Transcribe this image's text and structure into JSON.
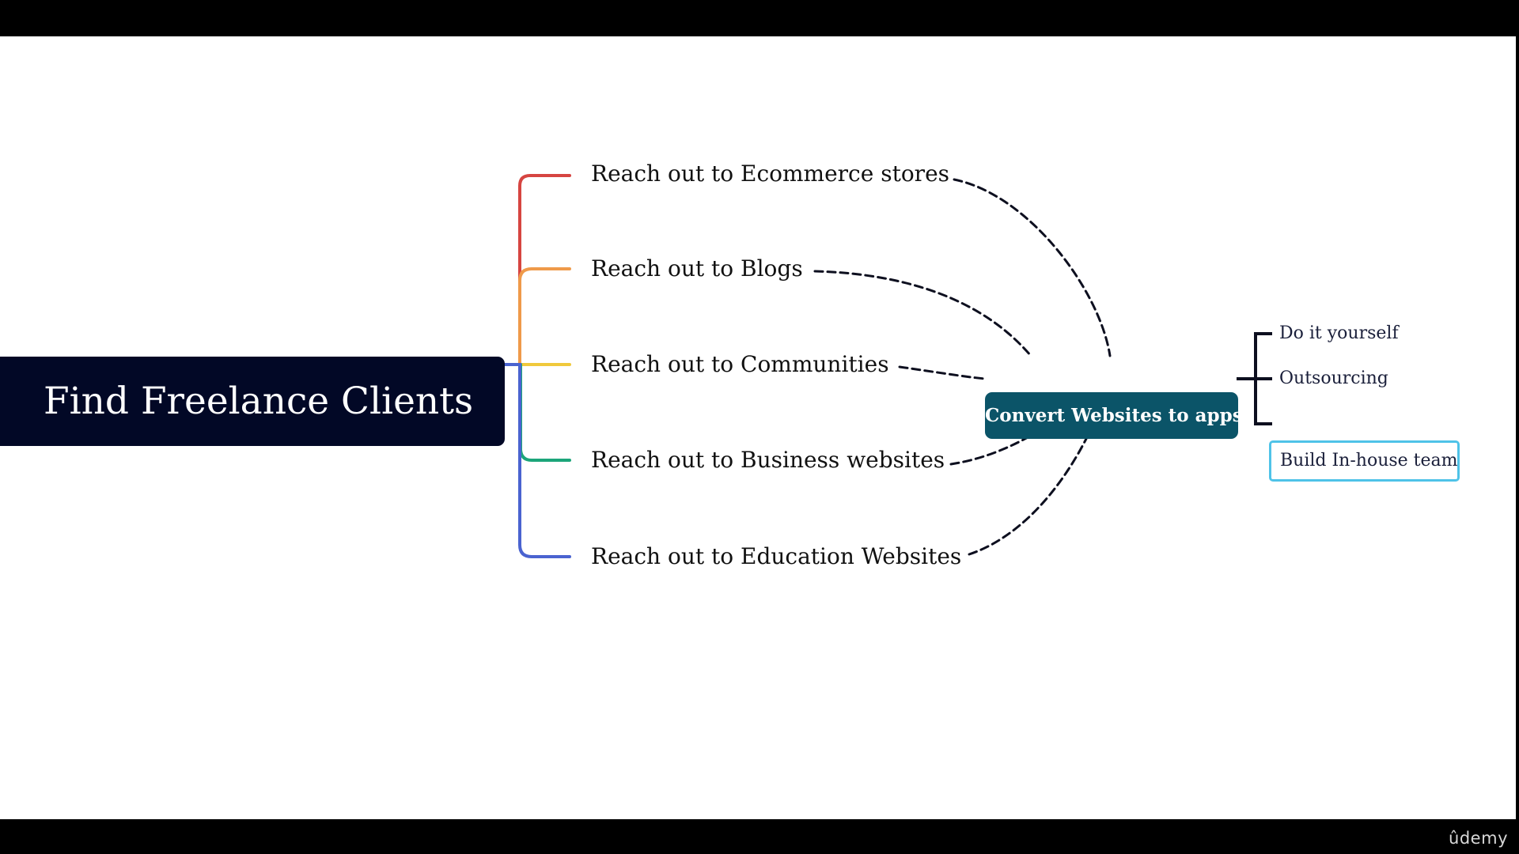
{
  "mindmap": {
    "root": {
      "label": "Find Freelance Clients",
      "color": "#020826"
    },
    "branches": [
      {
        "label": "Reach out to Ecommerce stores",
        "color": "#d64541"
      },
      {
        "label": "Reach out to Blogs",
        "color": "#ef9a4a"
      },
      {
        "label": "Reach out to Communities",
        "color": "#f0c93c"
      },
      {
        "label": "Reach out to Business websites",
        "color": "#1ca57a"
      },
      {
        "label": "Reach out to Education Websites",
        "color": "#4a63d0"
      }
    ],
    "hub": {
      "label": "Convert Websites to apps",
      "color": "#0b5468"
    },
    "options": [
      {
        "label": "Do it yourself",
        "selected": false
      },
      {
        "label": "Outsourcing",
        "selected": false
      },
      {
        "label": "Build In-house team",
        "selected": true
      }
    ]
  },
  "watermark": "ûdemy"
}
